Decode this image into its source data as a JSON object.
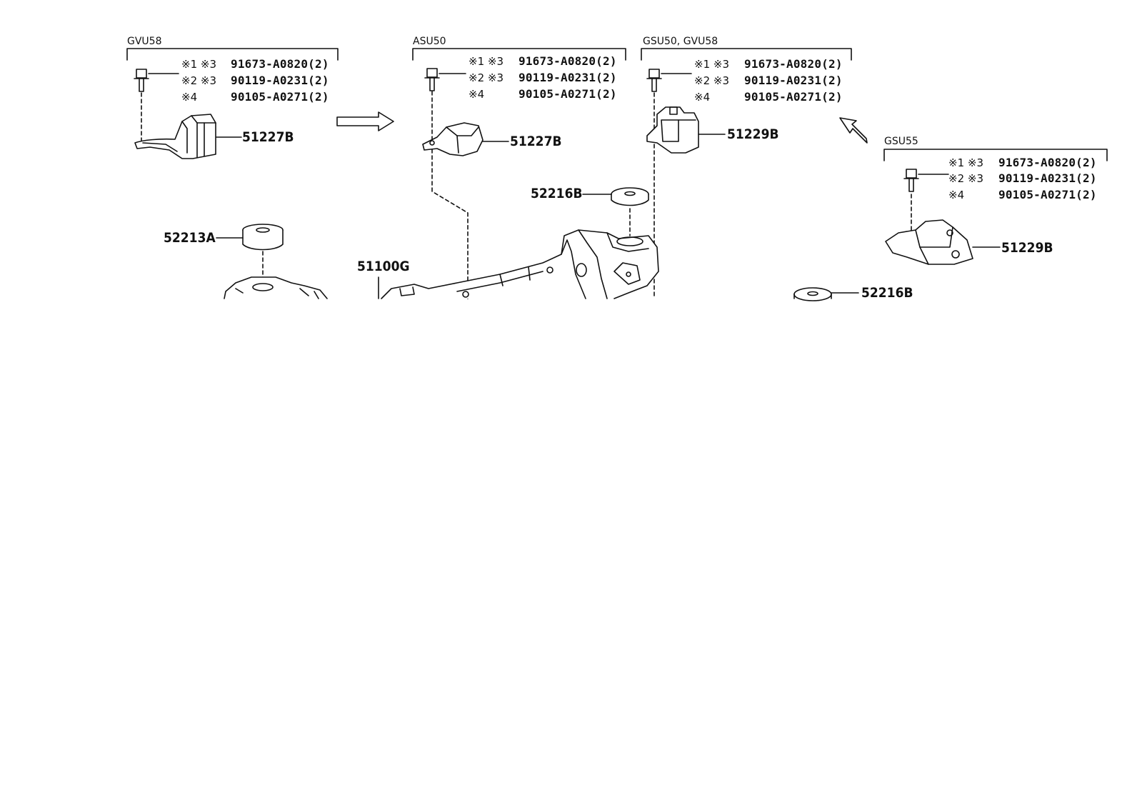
{
  "groups": [
    {
      "title": "GVU58",
      "rows": [
        {
          "notes": "※1 ※3",
          "part": "91673-A0820(2)"
        },
        {
          "notes": "※2 ※3",
          "part": "90119-A0231(2)"
        },
        {
          "notes": "※4",
          "part": "90105-A0271(2)"
        }
      ],
      "bracket_label": "51227B"
    },
    {
      "title": "ASU50",
      "rows": [
        {
          "notes": "※1 ※3",
          "part": "91673-A0820(2)"
        },
        {
          "notes": "※2 ※3",
          "part": "90119-A0231(2)"
        },
        {
          "notes": "※4",
          "part": "90105-A0271(2)"
        }
      ],
      "bracket_label": "51227B"
    },
    {
      "title": "GSU50, GVU58",
      "rows": [
        {
          "notes": "※1 ※3",
          "part": "91673-A0820(2)"
        },
        {
          "notes": "※2 ※3",
          "part": "90119-A0231(2)"
        },
        {
          "notes": "※4",
          "part": "90105-A0271(2)"
        }
      ],
      "bracket_label": "51229B"
    },
    {
      "title": "GSU55",
      "rows": [
        {
          "notes": "※1 ※3",
          "part": "91673-A0820(2)"
        },
        {
          "notes": "※2 ※3",
          "part": "90119-A0231(2)"
        },
        {
          "notes": "※4",
          "part": "90105-A0271(2)"
        }
      ],
      "bracket_label": "51229B"
    }
  ],
  "parts": {
    "crossmember": "51100G",
    "cushion_left": "52213A",
    "cushion_center": "52216B",
    "cushion_right": "52216B"
  }
}
